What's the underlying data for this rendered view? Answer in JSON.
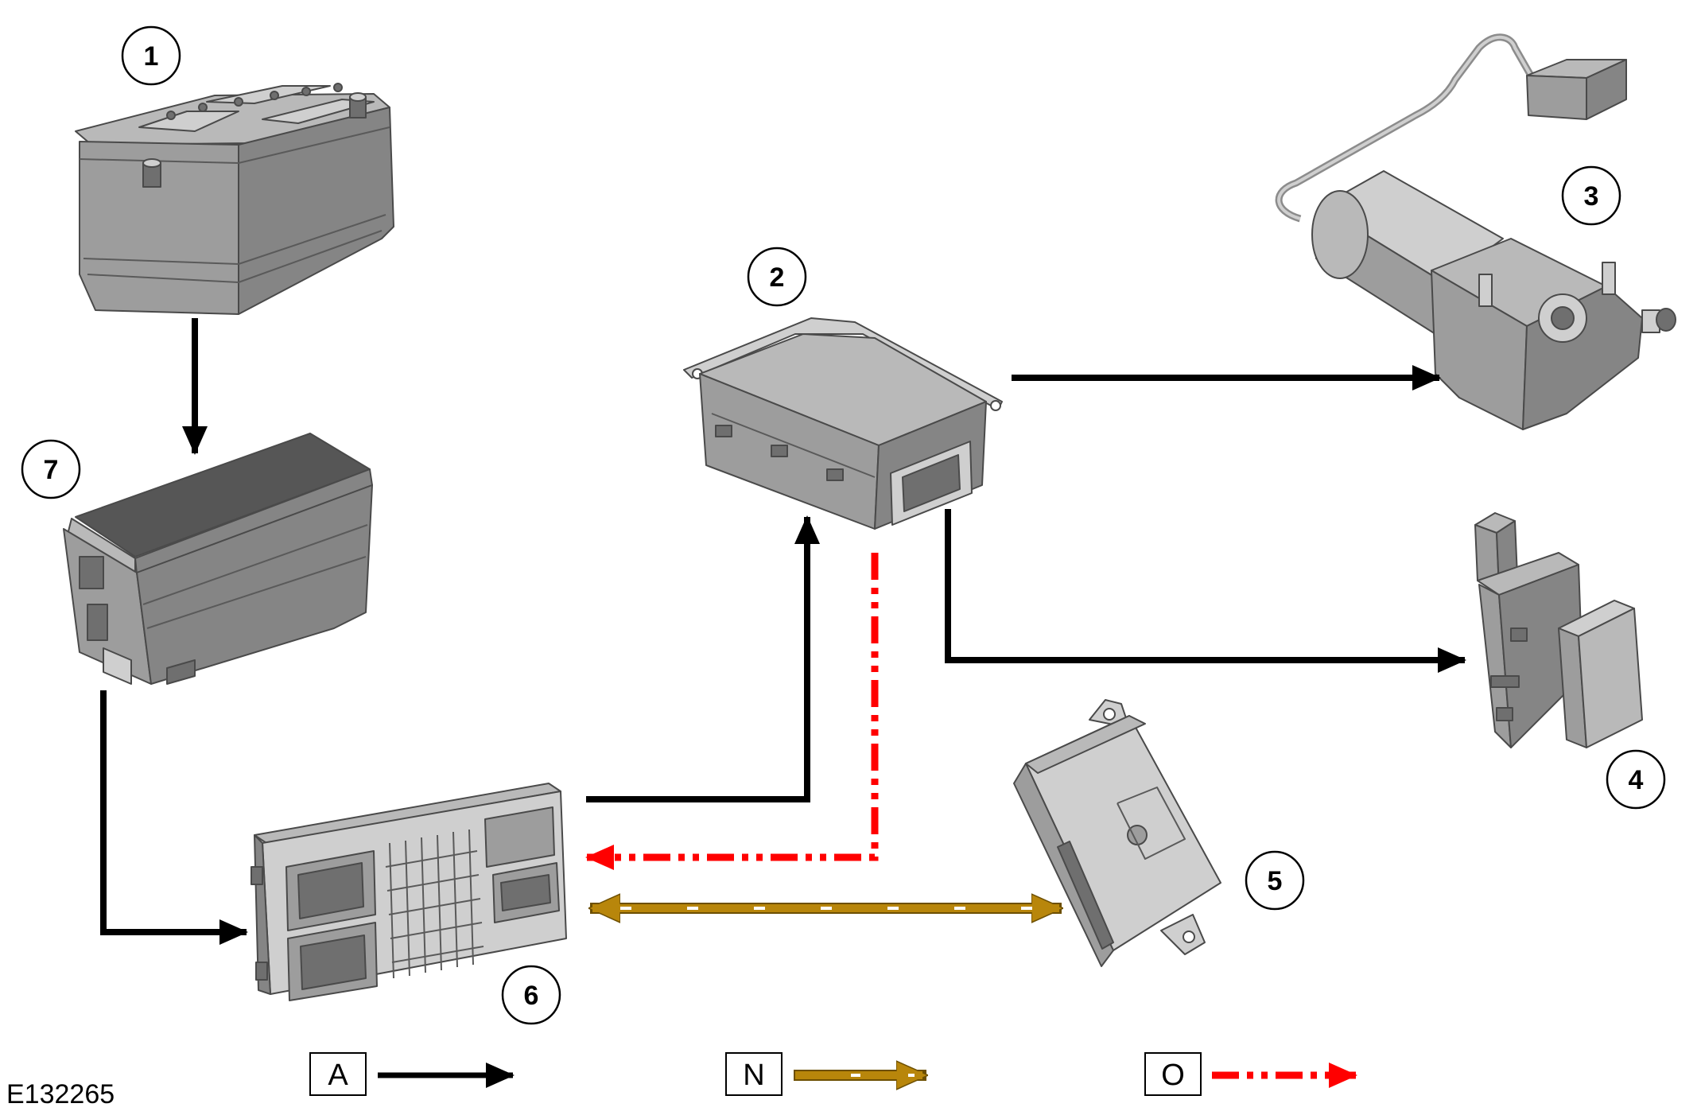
{
  "figure_id": "E132265",
  "components": [
    {
      "callout": "1",
      "icon": "battery-icon"
    },
    {
      "callout": "2",
      "icon": "control-module-icon"
    },
    {
      "callout": "3",
      "icon": "motor-icon"
    },
    {
      "callout": "4",
      "icon": "switch-icon"
    },
    {
      "callout": "5",
      "icon": "control-module-icon"
    },
    {
      "callout": "6",
      "icon": "fuse-box-icon"
    },
    {
      "callout": "7",
      "icon": "fuse-box-icon"
    }
  ],
  "connections": [
    {
      "from": "1",
      "to": "7",
      "type": "A"
    },
    {
      "from": "7",
      "to": "6",
      "type": "A"
    },
    {
      "from": "6",
      "to": "2",
      "type": "A"
    },
    {
      "from": "2",
      "to": "6",
      "type": "O"
    },
    {
      "from": "2",
      "to": "3",
      "type": "A"
    },
    {
      "from": "2",
      "to": "4",
      "type": "A"
    },
    {
      "from": "6",
      "to": "5",
      "type": "N",
      "bidirectional": true
    }
  ],
  "legend": [
    {
      "code": "A",
      "color": "#000000",
      "style": "solid"
    },
    {
      "code": "N",
      "color": "#b8860b",
      "style": "dashed-white"
    },
    {
      "code": "O",
      "color": "#ff0000",
      "style": "dash-dot-dot"
    }
  ]
}
